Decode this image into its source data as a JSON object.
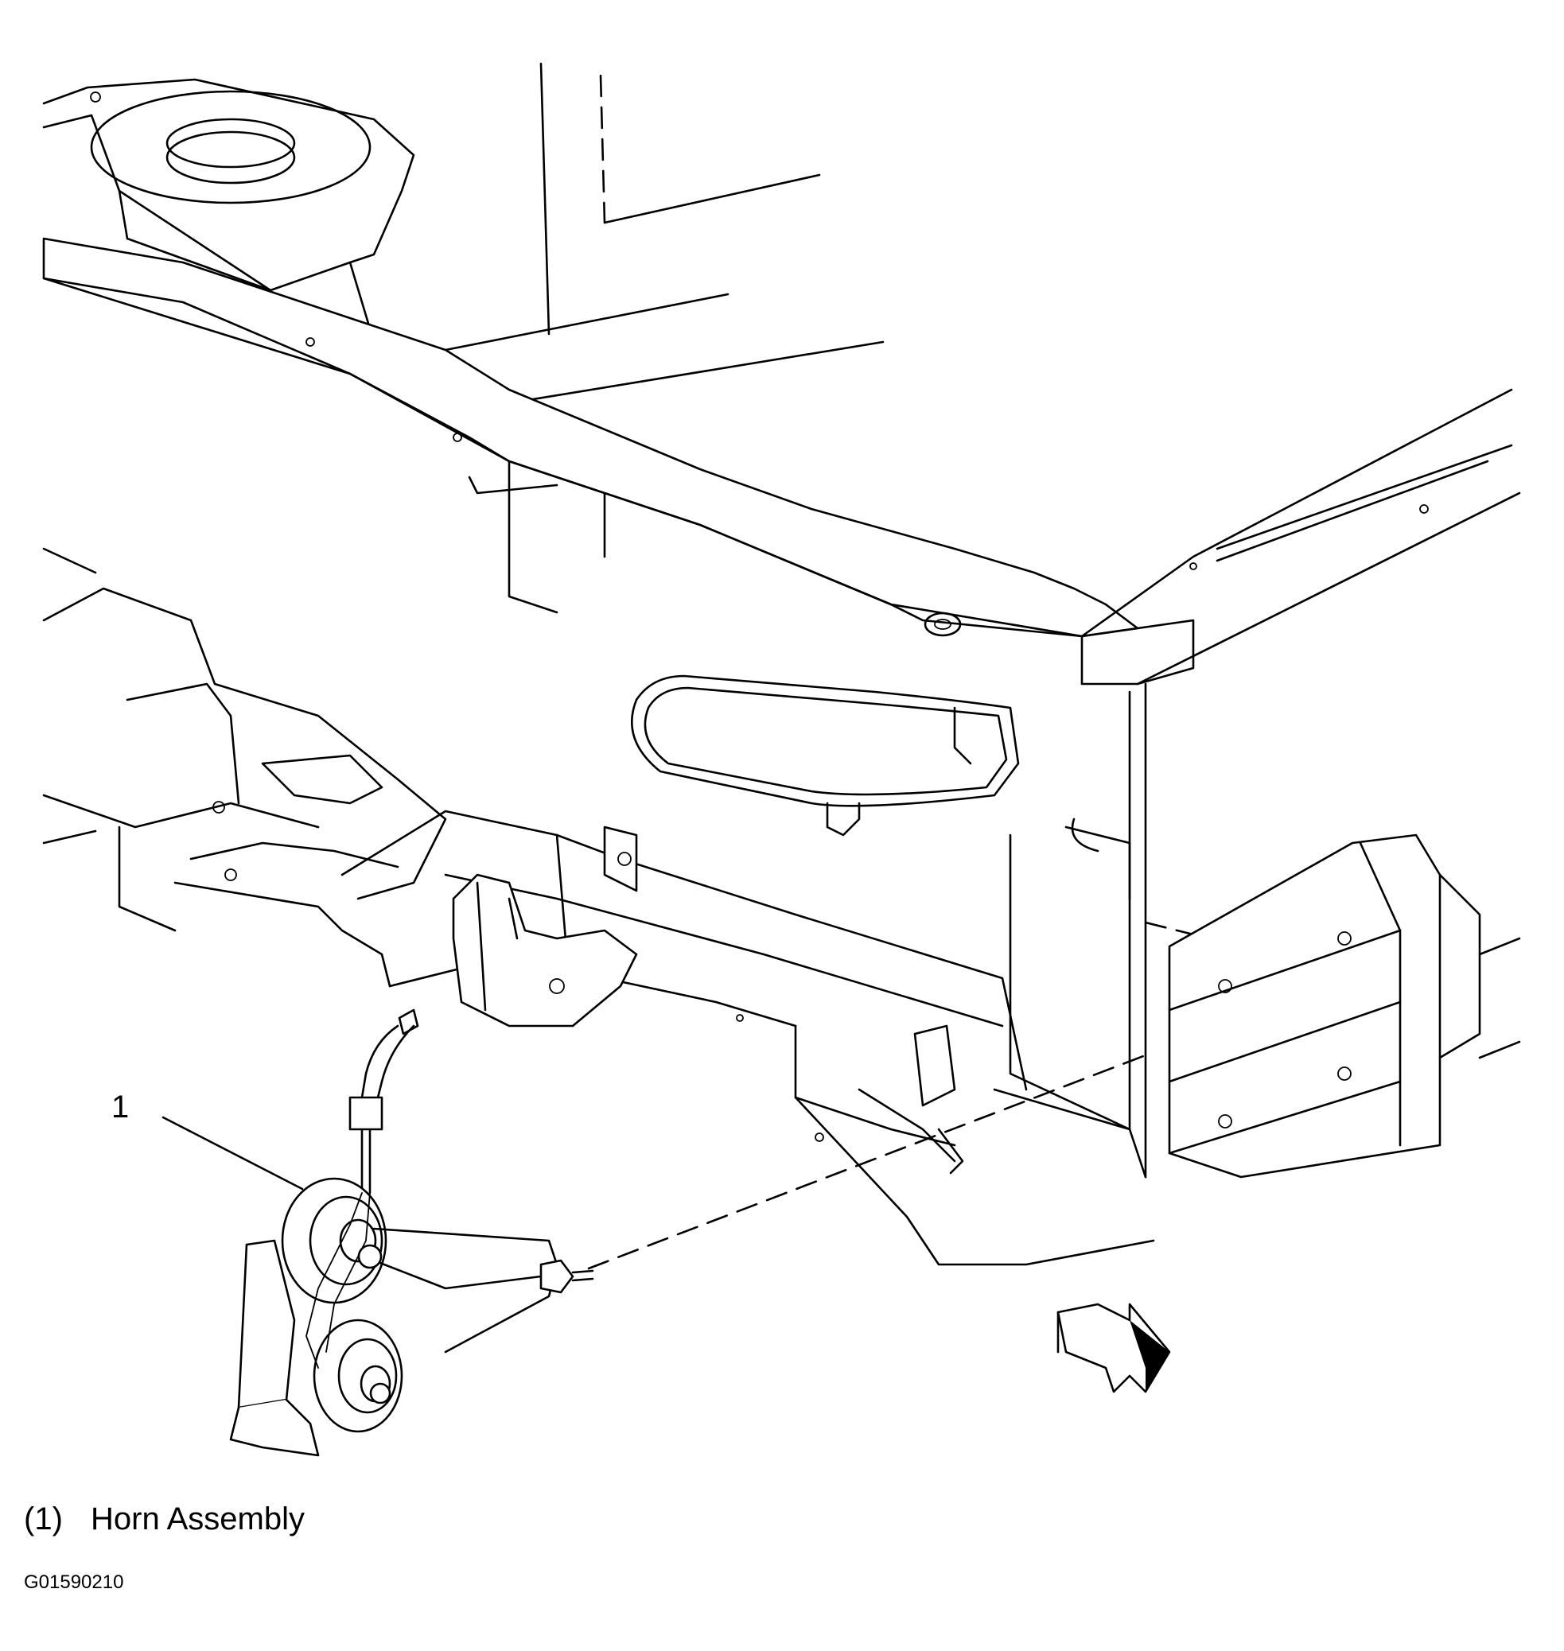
{
  "callout": {
    "number": "1"
  },
  "legend": {
    "items": [
      {
        "number": "(1)",
        "label": "Horn Assembly"
      }
    ]
  },
  "figure_id": "G01590210",
  "icons": {
    "direction_arrow": "forward-direction-arrow-icon"
  }
}
